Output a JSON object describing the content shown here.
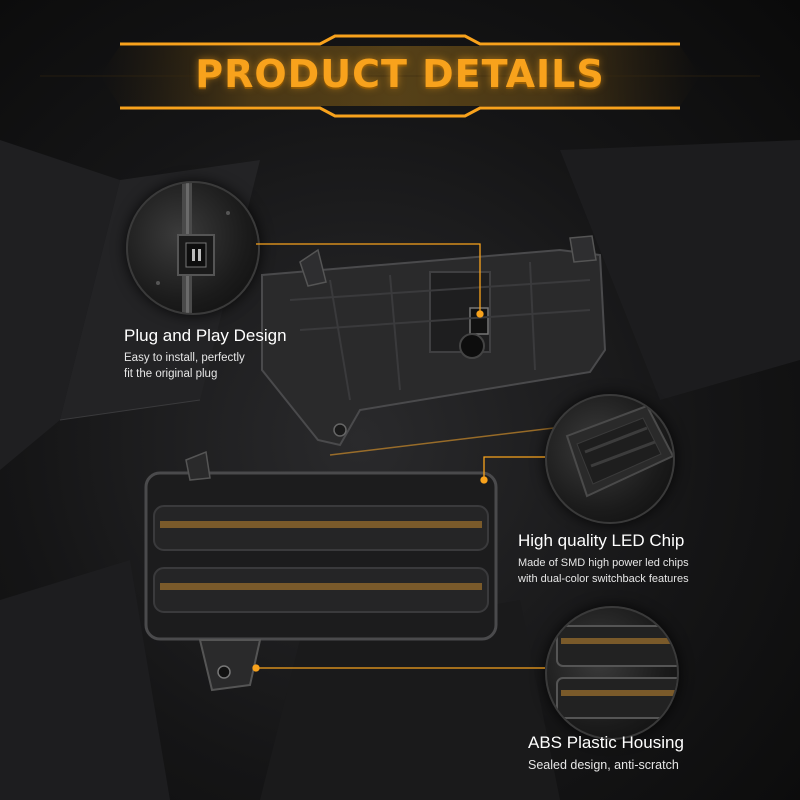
{
  "banner": {
    "title": "PRODUCT DETAILS"
  },
  "features": [
    {
      "title": "Plug and Play Design",
      "desc_lines": [
        "Easy to install, perfectly",
        "fit the original plug"
      ]
    },
    {
      "title": "High quality LED Chip",
      "desc_lines": [
        "Made of SMD high power led chips",
        "with dual-color switchback features"
      ]
    },
    {
      "title": "ABS Plastic Housing",
      "desc_lines": [
        "Sealed design, anti-scratch"
      ]
    }
  ],
  "colors": {
    "accent": "#f8a21c",
    "background": "#151516",
    "led_strip": "#7a5a2a"
  }
}
